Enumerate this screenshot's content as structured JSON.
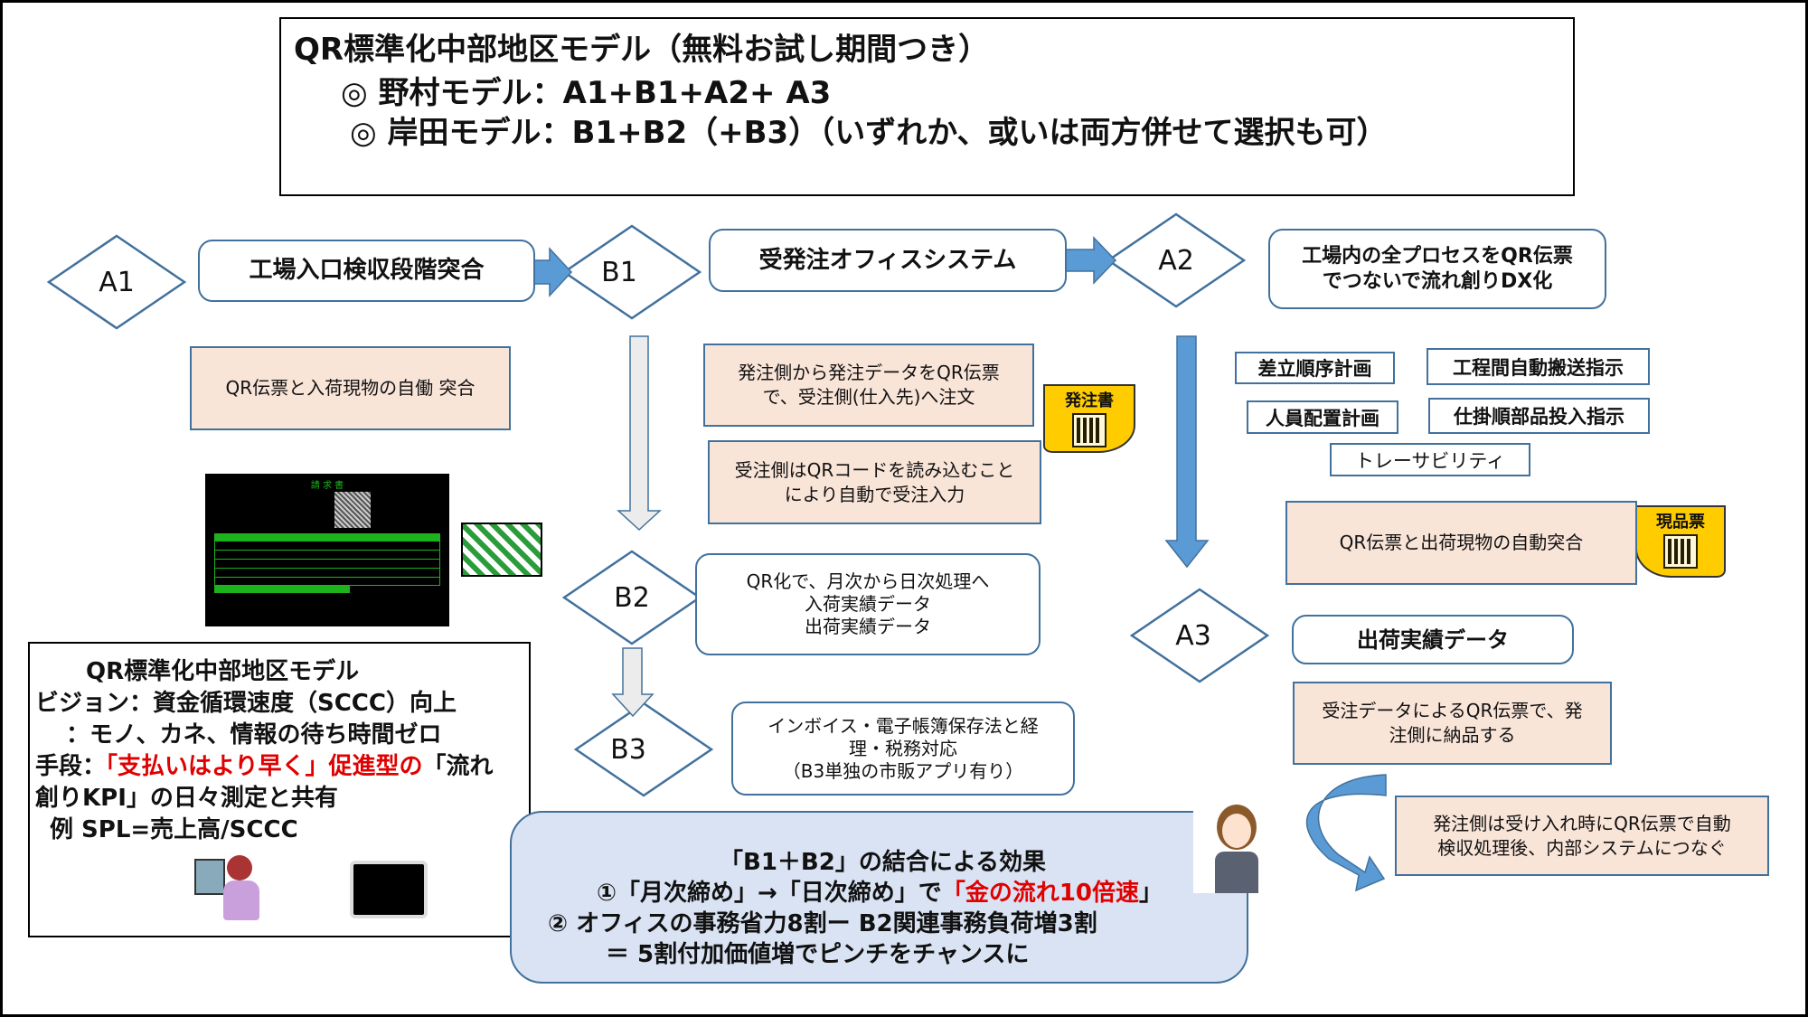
{
  "header": {
    "title": "QR標準化中部地区モデル（無料お試し期間つき）",
    "line1": "◎  野村モデル：A1+B1+A2+ A3",
    "line2": "◎  岸田モデル：B1+B2（+B3）（いずれか、或いは両方併せて選択も可）"
  },
  "nodes": {
    "a1": "A1",
    "b1": "B1",
    "a2": "A2",
    "b2": "B2",
    "b3": "B3",
    "a3": "A3"
  },
  "boxes": {
    "a1_step": "工場入口検収段階突合",
    "b1_step": "受発注オフィスシステム",
    "a2_step_l1": "工場内の全プロセスをQR伝票",
    "a2_step_l2": "でつないで流れ創りDX化",
    "a1_detail": "QR伝票と入荷現物の自働 突合",
    "b1_detail1_l1": "発注側から発注データをQR伝票",
    "b1_detail1_l2": "で、受注側(仕入先)へ注文",
    "b1_detail2_l1": "受注側はQRコードを読み込むこと",
    "b1_detail2_l2": "により自動で受注入力",
    "b2_l1": "QR化で、月次から日次処理へ",
    "b2_l2": "入荷実績データ",
    "b2_l3": "出荷実績データ",
    "b3_l1": "インボイス・電子帳簿保存法と経",
    "b3_l2": "理・税務対応",
    "b3_l3": "（B3単独の市販アプリ有り）",
    "a2_detail": "QR伝票と出荷現物の自動突合",
    "a3_step": "出荷実績データ",
    "a3_detail_l1": "受注データによるQR伝票で、発",
    "a3_detail_l2": "注側に納品する",
    "final_l1": "発注側は受け入れ時にQR伝票で自動",
    "final_l2": "検収処理後、内部システムにつなぐ"
  },
  "a2_tags": [
    "差立順序計画",
    "工程間自動搬送指示",
    "人員配置計画",
    "仕掛順部品投入指示",
    "トレーサビリティ"
  ],
  "notes": {
    "order": "発注書",
    "item": "現品票"
  },
  "invoice": {
    "title": "請 求 書"
  },
  "left_panel": {
    "title": "QR標準化中部地区モデル",
    "vision1": "ビジョン：資金循環速度（SCCC）向上",
    "vision2": "：モノ、カネ、情報の待ち時間ゼロ",
    "means_prefix": "手段：",
    "means_red": "「支払いはより早く」促進型の",
    "means_suffix": "「流れ",
    "means_l2": "創りKPI」の日々測定と共有",
    "example": "例  SPL=売上高/SCCC"
  },
  "effect": {
    "title": "「B1＋B2」の結合による効果",
    "l1_prefix": "①「月次締め」→「日次締め」で",
    "l1_red": "「金の流れ10倍速",
    "l1_suffix": "」",
    "l2": "② オフィスの事務省力8割ー B2関連事務負荷増3割",
    "l3": "＝  5割付加価値増でピンチをチャンスに"
  },
  "colors": {
    "accent_blue": "#5b9bd5",
    "border_blue": "#41719c",
    "peach": "#f9e4d8",
    "effect_bg": "#dae3f3",
    "highlight_red": "#e00000",
    "note_yellow": "#ffcc00"
  }
}
